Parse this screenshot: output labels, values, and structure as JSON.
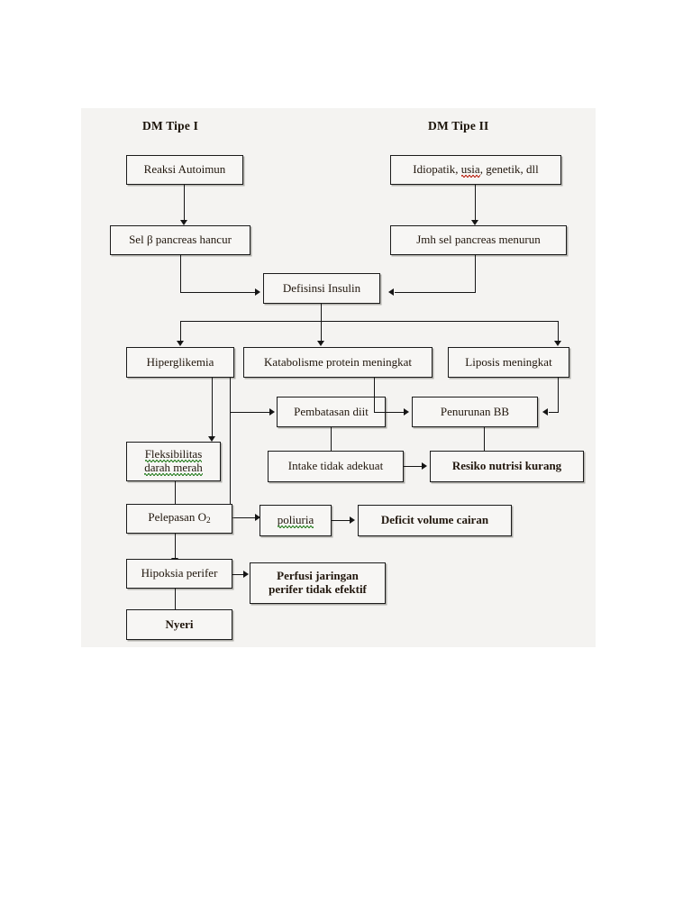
{
  "diagram": {
    "title_left": "DM Tipe I",
    "title_right": "DM Tipe II",
    "background_color": "#f4f3f1",
    "box_fill": "#f7f6f4",
    "border_color": "#1b1b1b",
    "spellcheck_red": "#c0392b",
    "spellcheck_green": "#3d8b37"
  },
  "nodes": {
    "reaksi_autoimun": "Reaksi Autoimun",
    "sel_beta": "Sel β pancreas hancur",
    "idiopatik": "Idiopatik, usia, genetik, dll",
    "idiopatik_part1": "Idiopatik, ",
    "idiopatik_part2": "usia",
    "idiopatik_part3": ", genetik, dll",
    "jmh_sel": "Jmh sel pancreas menurun",
    "defisinsi_insulin": "Defisinsi Insulin",
    "hiperglikemia": "Hiperglikemia",
    "katabolisme": "Katabolisme protein meningkat",
    "liposis": "Liposis meningkat",
    "pembatasan_diit": "Pembatasan diit",
    "penurunan_bb": "Penurunan BB",
    "intake_tidak_adekuat": "Intake tidak adekuat",
    "resiko_nutrisi": "Resiko nutrisi kurang",
    "fleksibilitas_l1": "Fleksibilitas",
    "fleksibilitas_l2": "darah merah",
    "pelepasan_o2_pre": "Pelepasan O",
    "pelepasan_o2_sub": "2",
    "poliuria": "poliuria",
    "deficit_volume": "Deficit volume cairan",
    "hipoksia_perifer": "Hipoksia perifer",
    "perfusi_l1": "Perfusi jaringan",
    "perfusi_l2": "perifer tidak efektif",
    "nyeri": "Nyeri"
  }
}
